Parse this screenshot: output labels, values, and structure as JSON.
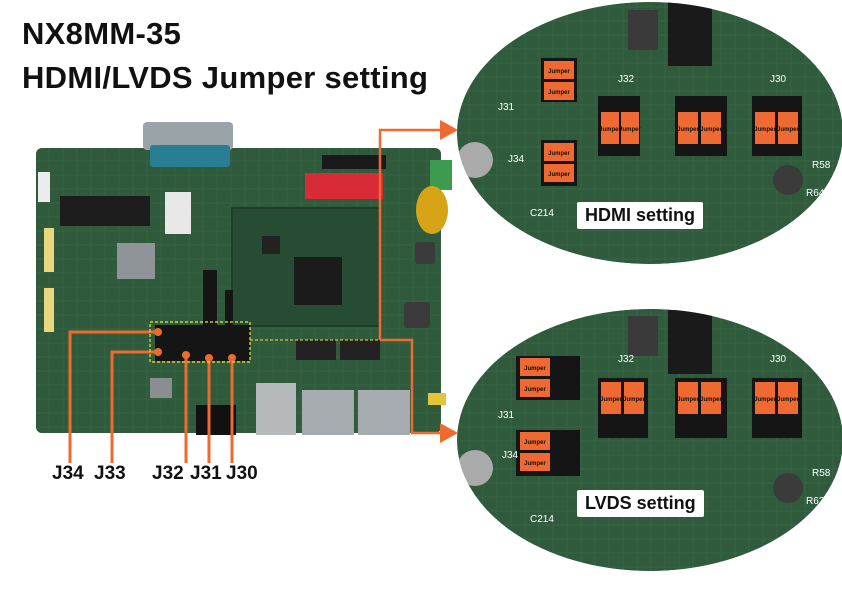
{
  "title": {
    "line1": "NX8MM-35",
    "line2": "HDMI/LVDS Jumper setting"
  },
  "jumper_labels": [
    "J34",
    "J33",
    "J32",
    "J31",
    "J30"
  ],
  "settings": {
    "hdmi": "HDMI setting",
    "lvds": "LVDS setting"
  },
  "jumper_text": "Jumper",
  "zoom_header_labels": [
    "J32",
    "J30"
  ],
  "zoom_side_labels": [
    "J31",
    "J34",
    "C214",
    "R58",
    "R62",
    "R64"
  ],
  "colors": {
    "board": "#2f5a3c",
    "jumper": "#ee6a32",
    "arrow": "#ef6a2e"
  }
}
